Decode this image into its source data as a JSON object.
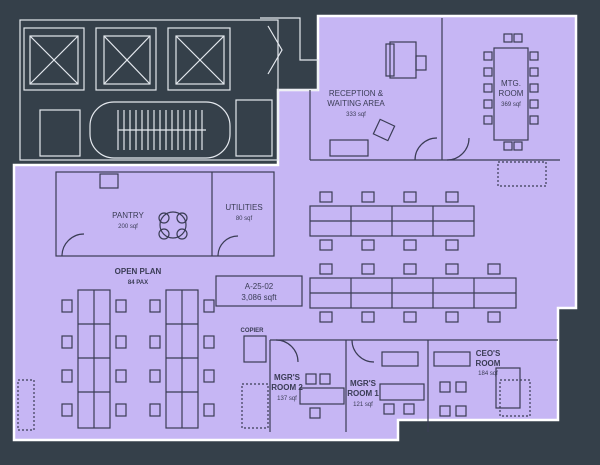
{
  "colors": {
    "background": "#35404a",
    "highlight": "#c6b6f4",
    "line": "#3a3c55",
    "line_light": "#e4e8ee"
  },
  "rooms": {
    "reception": {
      "name_line1": "RECEPTION &",
      "name_line2": "WAITING AREA",
      "area": "333 sqf"
    },
    "meeting": {
      "name_line1": "MTG.",
      "name_line2": "ROOM",
      "area": "369 sqf"
    },
    "pantry": {
      "name": "PANTRY",
      "area": "200 sqf"
    },
    "utilities": {
      "name": "UTILITIES",
      "area": "80 sqf"
    },
    "open_plan": {
      "name": "OPEN PLAN",
      "pax": "84 PAX"
    },
    "unit": {
      "id": "A-25-02",
      "area": "3,086 sqft"
    },
    "copier": {
      "name": "COPIER"
    },
    "mgr2": {
      "name_line1": "MGR'S",
      "name_line2": "ROOM 2",
      "area": "137 sqf"
    },
    "mgr1": {
      "name_line1": "MGR'S",
      "name_line2": "ROOM 1",
      "area": "121 sqf"
    },
    "ceo": {
      "name_line1": "CEO'S",
      "name_line2": "ROOM",
      "area": "184 sqf"
    }
  }
}
